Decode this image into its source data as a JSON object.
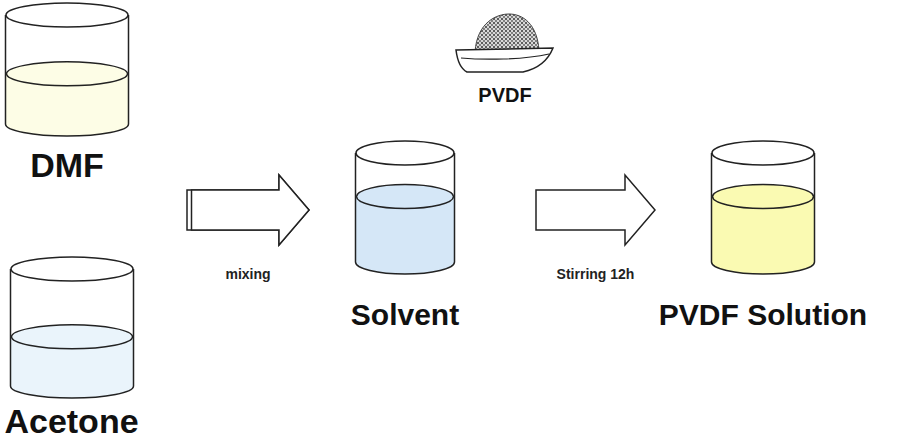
{
  "diagram": {
    "nodes": [
      {
        "text": [
          "DMF"
        ]
      },
      {
        "text": [
          "Acetone"
        ]
      },
      {
        "text": [
          "Solvent"
        ]
      },
      {
        "text": [
          "PVDF"
        ]
      },
      {
        "text": [
          "PVDF Solution"
        ]
      }
    ],
    "edges": [
      {
        "from": 0,
        "to": 2,
        "arrow": "to",
        "label": "mixing"
      },
      {
        "from": 1,
        "to": 2,
        "arrow": "to"
      },
      {
        "from": 2,
        "to": 4,
        "arrow": "to",
        "label": "Stirring 12h"
      }
    ]
  }
}
